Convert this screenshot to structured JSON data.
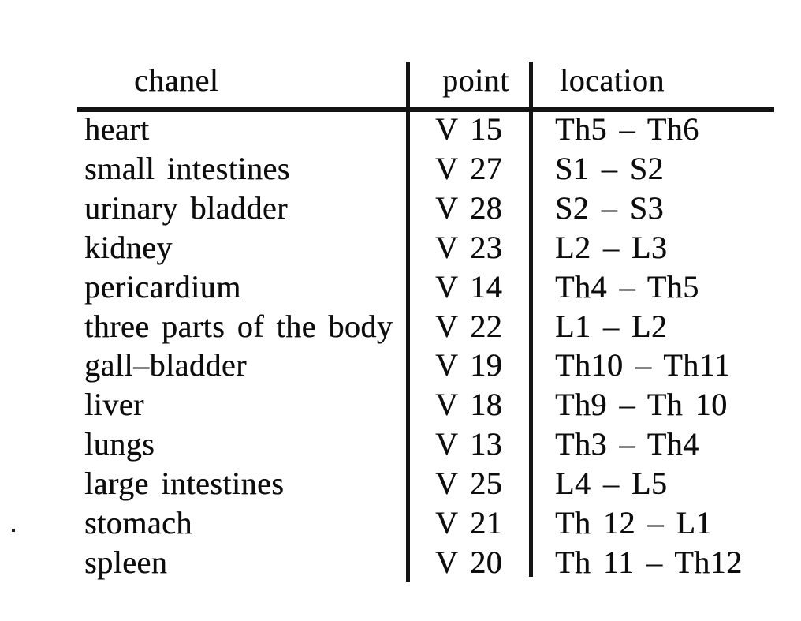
{
  "page": {
    "background": "#ffffff",
    "text_color": "#0d0d0d",
    "rule_color": "#141414"
  },
  "table": {
    "headers": {
      "channel": "chanel",
      "point": "point",
      "location": "location"
    },
    "rows": [
      {
        "channel": "heart",
        "point": "V 15",
        "location": "Th5 – Th6"
      },
      {
        "channel": "small intestines",
        "point": "V 27",
        "location": "S1 – S2"
      },
      {
        "channel": "urinary bladder",
        "point": "V 28",
        "location": "S2 – S3"
      },
      {
        "channel": "kidney",
        "point": "V 23",
        "location": "L2 – L3"
      },
      {
        "channel": "pericardium",
        "point": "V 14",
        "location": "Th4 – Th5"
      },
      {
        "channel": "three parts of the body",
        "point": "V 22",
        "location": "L1 – L2"
      },
      {
        "channel": "gall–bladder",
        "point": "V 19",
        "location": "Th10 – Th11"
      },
      {
        "channel": "liver",
        "point": "V 18",
        "location": "Th9 – Th 10"
      },
      {
        "channel": "lungs",
        "point": "V 13",
        "location": "Th3 – Th4"
      },
      {
        "channel": "large intestines",
        "point": "V 25",
        "location": "L4 – L5"
      },
      {
        "channel": "stomach",
        "point": "V 21",
        "location": "Th 12 – L1"
      },
      {
        "channel": "spleen",
        "point": "V 20",
        "location": "Th 11 – Th12"
      }
    ]
  }
}
